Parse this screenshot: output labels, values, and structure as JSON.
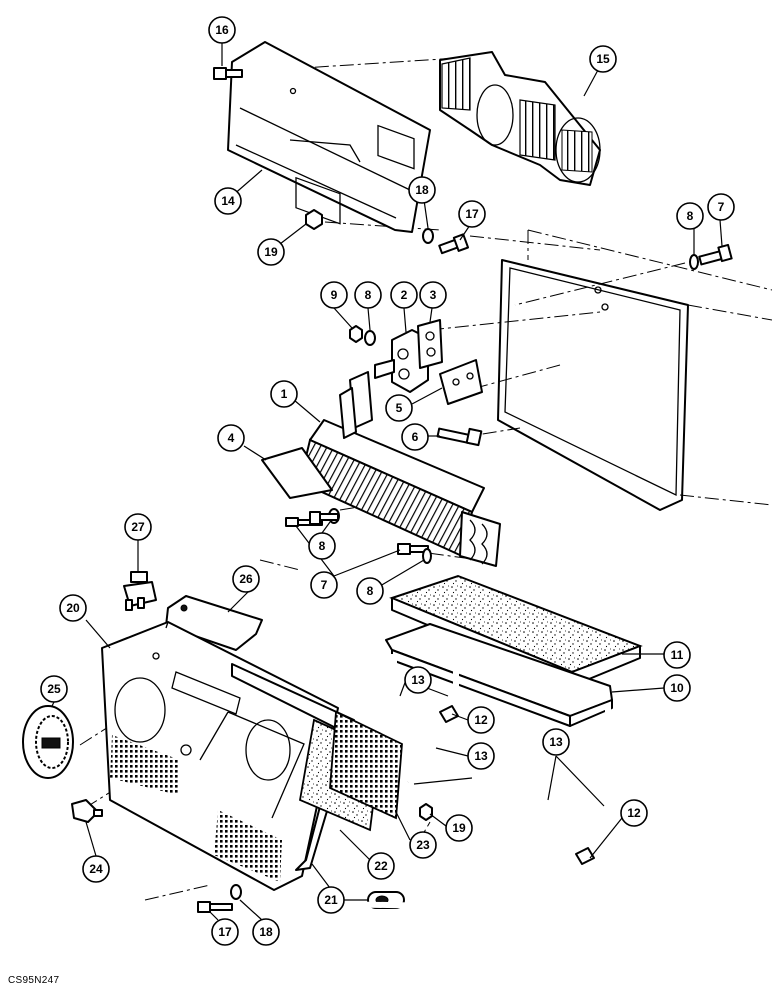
{
  "figure": {
    "code": "CS95N247"
  },
  "callouts": [
    {
      "id": "c16",
      "label": "16"
    },
    {
      "id": "c15",
      "label": "15"
    },
    {
      "id": "c14",
      "label": "14"
    },
    {
      "id": "c19a",
      "label": "19"
    },
    {
      "id": "c18a",
      "label": "18"
    },
    {
      "id": "c17a",
      "label": "17"
    },
    {
      "id": "c8a",
      "label": "8"
    },
    {
      "id": "c7a",
      "label": "7"
    },
    {
      "id": "c9",
      "label": "9"
    },
    {
      "id": "c8b",
      "label": "8"
    },
    {
      "id": "c2",
      "label": "2"
    },
    {
      "id": "c3",
      "label": "3"
    },
    {
      "id": "c1",
      "label": "1"
    },
    {
      "id": "c5",
      "label": "5"
    },
    {
      "id": "c4",
      "label": "4"
    },
    {
      "id": "c6",
      "label": "6"
    },
    {
      "id": "c27",
      "label": "27"
    },
    {
      "id": "c8c",
      "label": "8"
    },
    {
      "id": "c7b",
      "label": "7"
    },
    {
      "id": "c8d",
      "label": "8"
    },
    {
      "id": "c26",
      "label": "26"
    },
    {
      "id": "c20",
      "label": "20"
    },
    {
      "id": "c11",
      "label": "11"
    },
    {
      "id": "c10",
      "label": "10"
    },
    {
      "id": "c25",
      "label": "25"
    },
    {
      "id": "c13a",
      "label": "13"
    },
    {
      "id": "c12a",
      "label": "12"
    },
    {
      "id": "c13b",
      "label": "13"
    },
    {
      "id": "c13c",
      "label": "13"
    },
    {
      "id": "c12b",
      "label": "12"
    },
    {
      "id": "c19b",
      "label": "19"
    },
    {
      "id": "c23",
      "label": "23"
    },
    {
      "id": "c22",
      "label": "22"
    },
    {
      "id": "c24",
      "label": "24"
    },
    {
      "id": "c21",
      "label": "21"
    },
    {
      "id": "c17b",
      "label": "17"
    },
    {
      "id": "c18b",
      "label": "18"
    }
  ]
}
